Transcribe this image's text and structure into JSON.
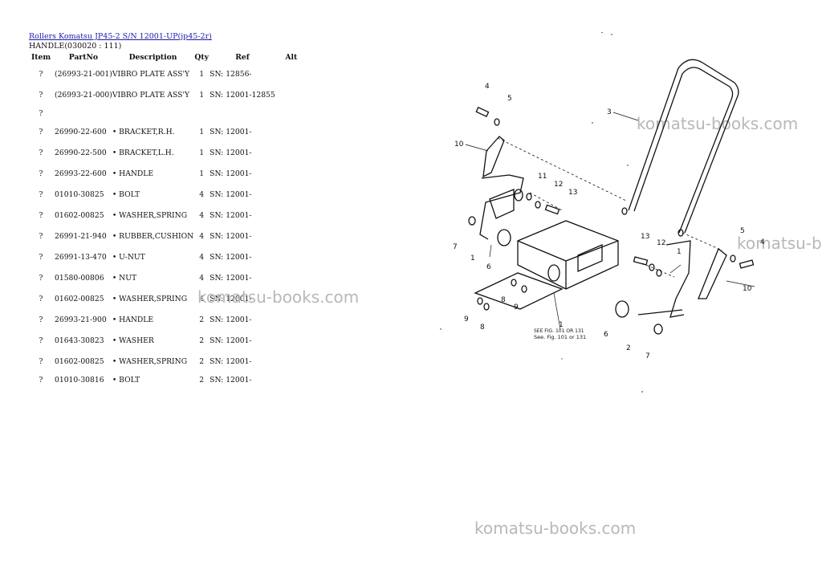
{
  "breadcrumb": {
    "link_text": "Rollers Komatsu JP45-2 S/N 12001-UP(jp45-2r)"
  },
  "subtitle": "HANDLE(030020 : 111)",
  "table": {
    "headers": {
      "item": "Item",
      "partno": "PartNo",
      "description": "Description",
      "qty": "Qty",
      "ref": "Ref",
      "alt": "Alt"
    },
    "rows": [
      {
        "item": "?",
        "partno": "(26993-21-001)",
        "description": "VIBRO PLATE ASS'Y",
        "qty": "1",
        "ref": "SN: 12856-"
      },
      {
        "item": "?",
        "partno": "(26993-21-000)",
        "description": "VIBRO PLATE ASS'Y",
        "qty": "1",
        "ref": "SN: 12001-12855"
      },
      {
        "item": "?",
        "partno": "",
        "description": "",
        "qty": "",
        "ref": ""
      },
      {
        "item": "?",
        "partno": "26990-22-600",
        "description": "• BRACKET,R.H.",
        "qty": "1",
        "ref": "SN: 12001-"
      },
      {
        "item": "?",
        "partno": "26990-22-500",
        "description": "• BRACKET,L.H.",
        "qty": "1",
        "ref": "SN: 12001-"
      },
      {
        "item": "?",
        "partno": "26993-22-600",
        "description": "• HANDLE",
        "qty": "1",
        "ref": "SN: 12001-"
      },
      {
        "item": "?",
        "partno": "01010-30825",
        "description": "• BOLT",
        "qty": "4",
        "ref": "SN: 12001-"
      },
      {
        "item": "?",
        "partno": "01602-00825",
        "description": "• WASHER,SPRING",
        "qty": "4",
        "ref": "SN: 12001-"
      },
      {
        "item": "?",
        "partno": "26991-21-940",
        "description": "• RUBBER,CUSHION",
        "qty": "4",
        "ref": "SN: 12001-"
      },
      {
        "item": "?",
        "partno": "26991-13-470",
        "description": "• U-NUT",
        "qty": "4",
        "ref": "SN: 12001-"
      },
      {
        "item": "?",
        "partno": "01580-00806",
        "description": "• NUT",
        "qty": "4",
        "ref": "SN: 12001-"
      },
      {
        "item": "?",
        "partno": "01602-00825",
        "description": "• WASHER,SPRING",
        "qty": "4",
        "ref": "SN: 12001-"
      },
      {
        "item": "?",
        "partno": "26993-21-900",
        "description": "• HANDLE",
        "qty": "2",
        "ref": "SN: 12001-"
      },
      {
        "item": "?",
        "partno": "01643-30823",
        "description": "• WASHER",
        "qty": "2",
        "ref": "SN: 12001-"
      },
      {
        "item": "?",
        "partno": "01602-00825",
        "description": "• WASHER,SPRING",
        "qty": "2",
        "ref": "SN: 12001-"
      },
      {
        "item": "?",
        "partno": "01010-30816",
        "description": "• BOLT",
        "qty": "2",
        "ref": "SN: 12001-"
      }
    ]
  },
  "watermarks": [
    "komatsu-books.com",
    "komatsu-books.com",
    "komatsu-books.com",
    "komatsu-b"
  ],
  "diagram": {
    "callouts": [
      "3",
      "4",
      "5",
      "10",
      "11",
      "12",
      "13",
      "1",
      "6",
      "7",
      "13",
      "12",
      "1",
      "5",
      "4",
      "10",
      "9",
      "8",
      "9",
      "8",
      "1",
      "6",
      "2",
      "7"
    ],
    "note_line1": "See. Fig. 101 or 131",
    "note_line2": "SEE FIG. 101 OR 131"
  }
}
